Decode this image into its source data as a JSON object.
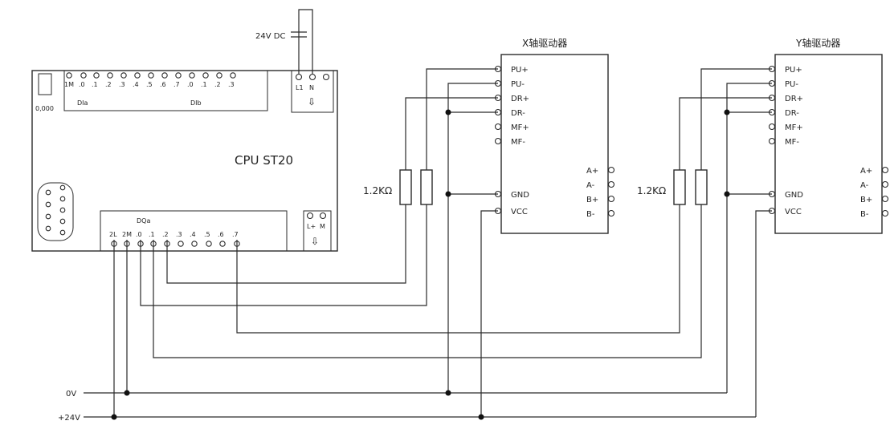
{
  "cpu": {
    "title": "CPU  ST20",
    "side_label": "0,000",
    "input_area_left": "DIa",
    "input_area_right": "DIb",
    "output_area": "DQa",
    "top_terminals": [
      "1M",
      ".0",
      ".1",
      ".2",
      ".3",
      ".4",
      ".5",
      ".6",
      ".7",
      ".0",
      ".1",
      ".2",
      ".3"
    ],
    "bottom_terminals": [
      "2L",
      "2M",
      ".0",
      ".1",
      ".2",
      ".3",
      ".4",
      ".5",
      ".6",
      ".7"
    ],
    "power_terminals": [
      "L1",
      "N"
    ],
    "power_terminals_bottom": [
      "L+",
      "M"
    ],
    "arrow_symbol": "⇩"
  },
  "supply": {
    "label": "24V DC"
  },
  "drivers": [
    {
      "title": "X轴驱动器",
      "left_pins": [
        "PU+",
        "PU-",
        "DR+",
        "DR-",
        "MF+",
        "MF-",
        "GND",
        "VCC"
      ],
      "right_pins": [
        "A+",
        "A-",
        "B+",
        "B-"
      ],
      "resistor": "1.2KΩ"
    },
    {
      "title": "Y轴驱动器",
      "left_pins": [
        "PU+",
        "PU-",
        "DR+",
        "DR-",
        "MF+",
        "MF-",
        "GND",
        "VCC"
      ],
      "right_pins": [
        "A+",
        "A-",
        "B+",
        "B-"
      ],
      "resistor": "1.2KΩ"
    }
  ],
  "rails": {
    "zero": "0V",
    "plus": "+24V"
  }
}
